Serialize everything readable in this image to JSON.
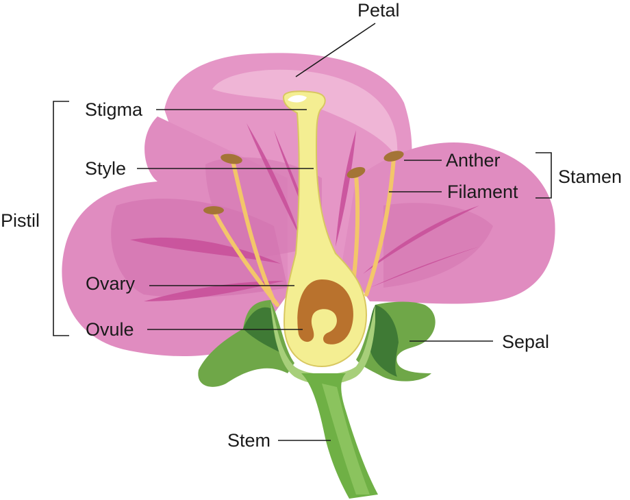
{
  "diagram": {
    "labels": {
      "petal": "Petal",
      "stigma": "Stigma",
      "style": "Style",
      "anther": "Anther",
      "filament": "Filament",
      "stamen": "Stamen",
      "pistil": "Pistil",
      "ovary": "Ovary",
      "ovule": "Ovule",
      "sepal": "Sepal",
      "stem": "Stem"
    },
    "colors": {
      "petal_main": "#e18fc0",
      "petal_dark": "#cf6aa8",
      "petal_light": "#efb5d6",
      "petal_vein": "#c9519b",
      "pistil_fill": "#f4ee92",
      "pistil_outline": "#d8c760",
      "ovule_brown": "#b9722d",
      "anther_brown": "#a47436",
      "filament_yellow": "#f3c66a",
      "sepal_green": "#6fa748",
      "sepal_dark": "#3f7a35",
      "sepal_light": "#a7cf7a",
      "stem_green": "#6fb045"
    }
  }
}
